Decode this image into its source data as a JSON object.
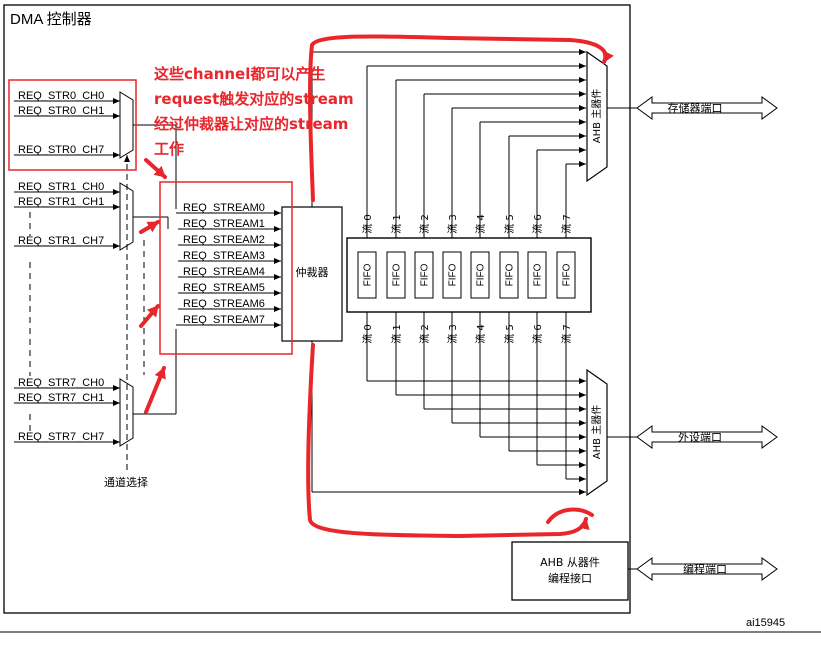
{
  "controller_title": "DMA 控制器",
  "figure_id": "ai15945",
  "mux_groups": [
    {
      "inputs": [
        "REQ_STR0_CH0",
        "REQ_STR0_CH1",
        "REQ_STR0_CH7"
      ]
    },
    {
      "inputs": [
        "REQ_STR1_CH0",
        "REQ_STR1_CH1",
        "REQ_STR1_CH7"
      ]
    },
    {
      "inputs": [
        "REQ_STR7_CH0",
        "REQ_STR7_CH1",
        "REQ_STR7_CH7"
      ]
    }
  ],
  "channel_select_label": "通道选择",
  "stream_requests": [
    "REQ_STREAM0",
    "REQ_STREAM1",
    "REQ_STREAM2",
    "REQ_STREAM3",
    "REQ_STREAM4",
    "REQ_STREAM5",
    "REQ_STREAM6",
    "REQ_STREAM7"
  ],
  "arbiter_label": "仲裁器",
  "fifo_label": "FIFO",
  "streams_top": [
    "流 0",
    "流 1",
    "流 2",
    "流 3",
    "流 4",
    "流 5",
    "流 6",
    "流 7"
  ],
  "streams_bottom": [
    "流 0",
    "流 1",
    "流 2",
    "流 3",
    "流 4",
    "流 5",
    "流 6",
    "流 7"
  ],
  "ahb_master_label": "AHB 主器件",
  "memory_port_label": "存储器端口",
  "peripheral_port_label": "外设端口",
  "ahb_slave": {
    "line1": "AHB 从器件",
    "line2": "编程接口"
  },
  "programming_port_label": "编程端口",
  "annotation_lines": [
    "这些channel都可以产生",
    "request触发对应的stream",
    "经过仲裁器让对应的stream",
    "工作"
  ],
  "colors": {
    "annotation": "#e8262b",
    "line": "#000000"
  }
}
